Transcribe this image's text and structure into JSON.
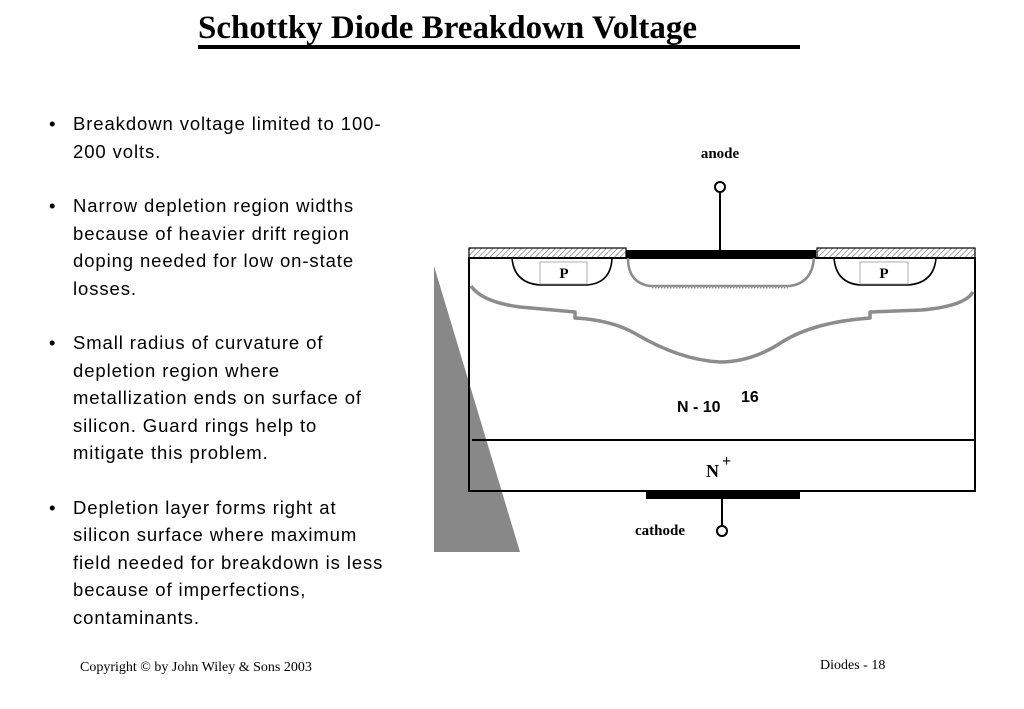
{
  "slide": {
    "title": "Schottky Diode Breakdown Voltage",
    "bullets": [
      "Breakdown voltage limited to 100-200 volts.",
      "Narrow depletion region widths because of heavier drift region doping needed for low on-state losses.",
      "Small radius of curvature of depletion region where metallization ends on surface of silicon. Guard rings help to mitigate this problem.",
      "Depletion layer forms right at silicon surface where maximum field needed for breakdown is less because of imperfections, contaminants."
    ],
    "footer_left": "Copyright © by John Wiley & Sons 2003",
    "footer_right": "Diodes  -  18"
  },
  "diagram": {
    "anode_label": "anode",
    "cathode_label": "cathode",
    "p_left": "P",
    "p_right": "P",
    "drift_label": "N - 10",
    "drift_exponent": "16",
    "substrate_label": "N",
    "substrate_sup": "+"
  },
  "colors": {
    "depletion_edge": "#8c8c8c",
    "wedge": "#888888",
    "metal": "#000000"
  }
}
